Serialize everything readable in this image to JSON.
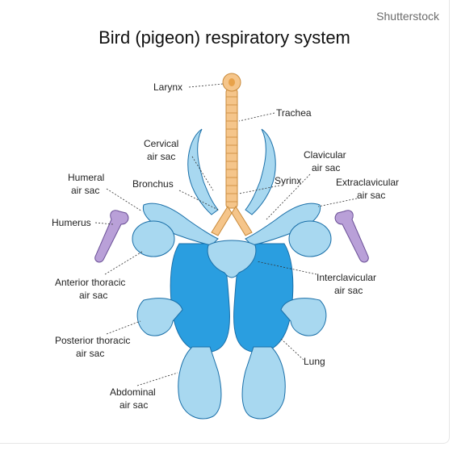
{
  "watermark": "Shutterstock",
  "title": "Bird (pigeon) respiratory system",
  "labels": {
    "larynx": "Larynx",
    "trachea": "Trachea",
    "cervical_1": "Cervical",
    "cervical_2": "air sac",
    "clavicular_1": "Clavicular",
    "clavicular_2": "air sac",
    "humeral_1": "Humeral",
    "humeral_2": "air sac",
    "bronchus": "Bronchus",
    "syrinx": "Syrinx",
    "extraclavicular_1": "Extraclavicular",
    "extraclavicular_2": "air sac",
    "humerus": "Humerus",
    "anterior_1": "Anterior thoracic",
    "anterior_2": "air sac",
    "interclavicular_1": "Interclavicular",
    "interclavicular_2": "air sac",
    "posterior_1": "Posterior thoracic",
    "posterior_2": "air sac",
    "lung": "Lung",
    "abdominal_1": "Abdominal",
    "abdominal_2": "air sac"
  },
  "colors": {
    "air_sac": "#a8d8f0",
    "lung": "#2a9ee0",
    "trachea": "#f5c58a",
    "humerus": "#b9a0d8",
    "outline": "#1a6fa8"
  }
}
